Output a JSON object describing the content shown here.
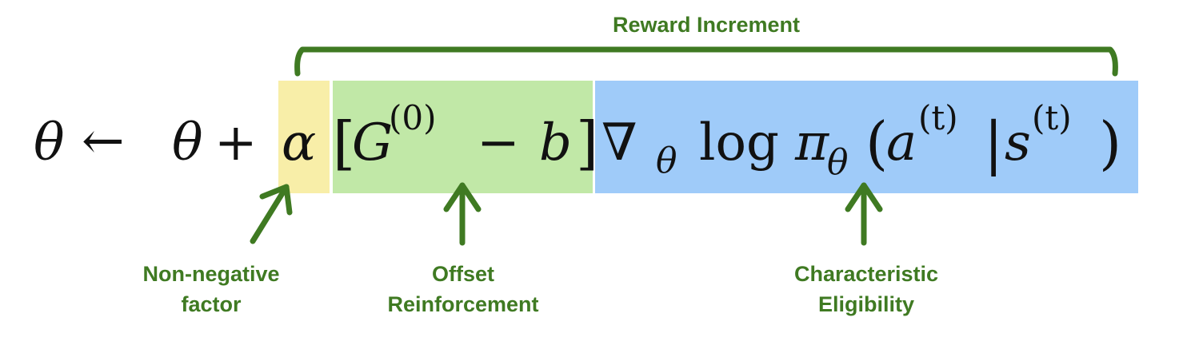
{
  "colors": {
    "alpha_box": "#f8eea8",
    "offset_box": "#c1e8a7",
    "eligibility_box": "#9fcbf9",
    "annotation": "#3f7a22",
    "math": "#111111"
  },
  "brace_label": "Reward Increment",
  "equation": {
    "theta_left": "θ",
    "arrow": "←",
    "theta_right": "θ",
    "plus": "+",
    "alpha": "α",
    "bracket_open": "[",
    "G": "G",
    "G_sup": "(0)",
    "minus": "−",
    "b": "b",
    "bracket_close": "]",
    "nabla": "∇",
    "nabla_sub": "θ",
    "log": "log",
    "pi": "π",
    "pi_sub": "θ",
    "paren_open": "(",
    "a": "a",
    "a_sup": "(t)",
    "bar": "|",
    "s": "s",
    "s_sup": "(t)",
    "paren_close": ")"
  },
  "annotations": {
    "alpha": {
      "line1": "Non-negative",
      "line2": "factor"
    },
    "offset": {
      "line1": "Offset",
      "line2": "Reinforcement"
    },
    "eligibility": {
      "line1": "Characteristic",
      "line2": "Eligibility"
    }
  }
}
